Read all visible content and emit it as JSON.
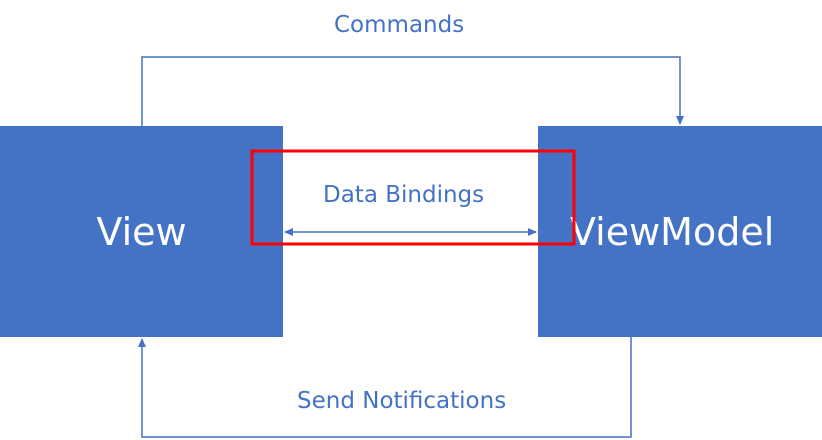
{
  "diagram": {
    "view_box_label": "View",
    "viewmodel_box_label": "ViewModel",
    "commands_label": "Commands",
    "data_bindings_label": "Data Bindings",
    "send_notifications_label": "Send Notifications"
  },
  "colors": {
    "box_fill": "#4472C4",
    "box_text": "#FFFFFF",
    "connector": "#4472C4",
    "label_text": "#4472C4",
    "highlight": "#FF0000"
  }
}
